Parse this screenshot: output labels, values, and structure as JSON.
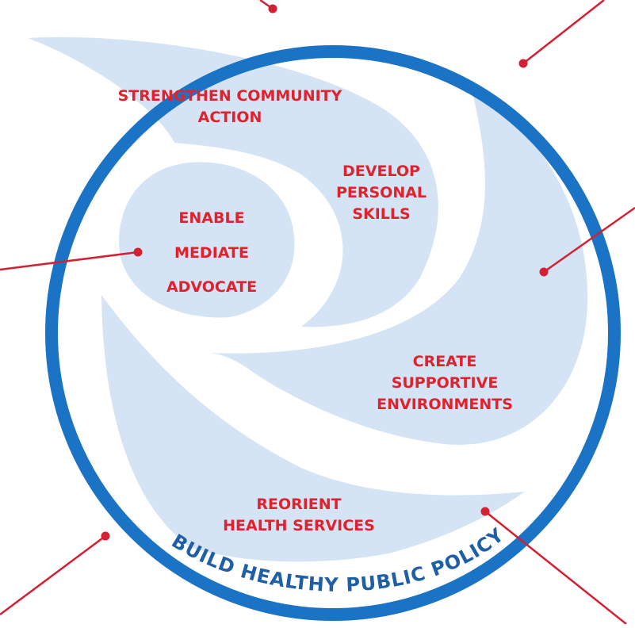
{
  "colors": {
    "label": "#e0212e",
    "ring": "#1a73c4",
    "swirl": "#d4e4f4",
    "pointer": "#d42032",
    "arc_text": "#1f5fa6"
  },
  "labels": {
    "community": [
      "STRENGTHEN COMMUNITY",
      "ACTION"
    ],
    "skills": [
      "DEVELOP",
      "PERSONAL",
      "SKILLS"
    ],
    "core": [
      "ENABLE",
      "MEDIATE",
      "ADVOCATE"
    ],
    "environments": [
      "CREATE",
      "SUPPORTIVE",
      "ENVIRONMENTS"
    ],
    "services": [
      "REORIENT",
      "HEALTH SERVICES"
    ]
  },
  "ring_label": "BUILD HEALTHY PUBLIC POLICY"
}
